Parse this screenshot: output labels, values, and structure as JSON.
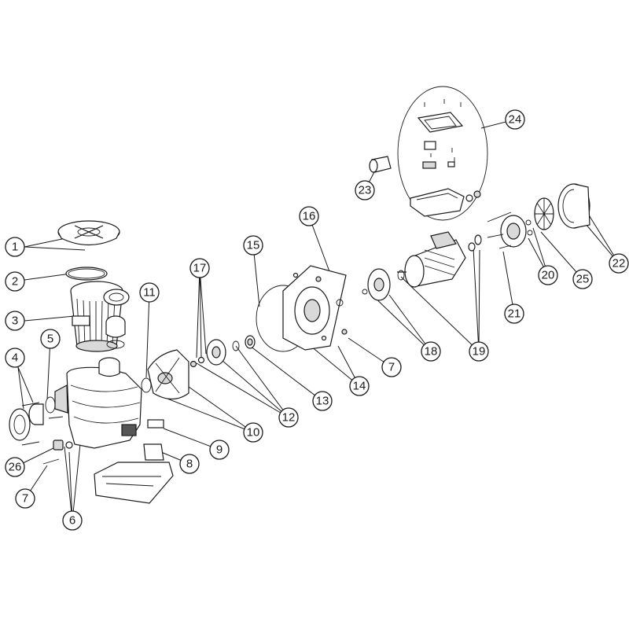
{
  "callouts": [
    {
      "id": "c1",
      "label": "1"
    },
    {
      "id": "c2",
      "label": "2"
    },
    {
      "id": "c3",
      "label": "3"
    },
    {
      "id": "c4",
      "label": "4"
    },
    {
      "id": "c5",
      "label": "5"
    },
    {
      "id": "c6",
      "label": "6"
    },
    {
      "id": "c7a",
      "label": "7"
    },
    {
      "id": "c7b",
      "label": "7"
    },
    {
      "id": "c8",
      "label": "8"
    },
    {
      "id": "c9",
      "label": "9"
    },
    {
      "id": "c10",
      "label": "10"
    },
    {
      "id": "c11",
      "label": "11"
    },
    {
      "id": "c12",
      "label": "12"
    },
    {
      "id": "c13",
      "label": "13"
    },
    {
      "id": "c14",
      "label": "14"
    },
    {
      "id": "c15",
      "label": "15"
    },
    {
      "id": "c16",
      "label": "16"
    },
    {
      "id": "c17",
      "label": "17"
    },
    {
      "id": "c18",
      "label": "18"
    },
    {
      "id": "c19",
      "label": "19"
    },
    {
      "id": "c20",
      "label": "20"
    },
    {
      "id": "c21",
      "label": "21"
    },
    {
      "id": "c22",
      "label": "22"
    },
    {
      "id": "c23",
      "label": "23"
    },
    {
      "id": "c24",
      "label": "24"
    },
    {
      "id": "c25",
      "label": "25"
    },
    {
      "id": "c26",
      "label": "26"
    }
  ]
}
